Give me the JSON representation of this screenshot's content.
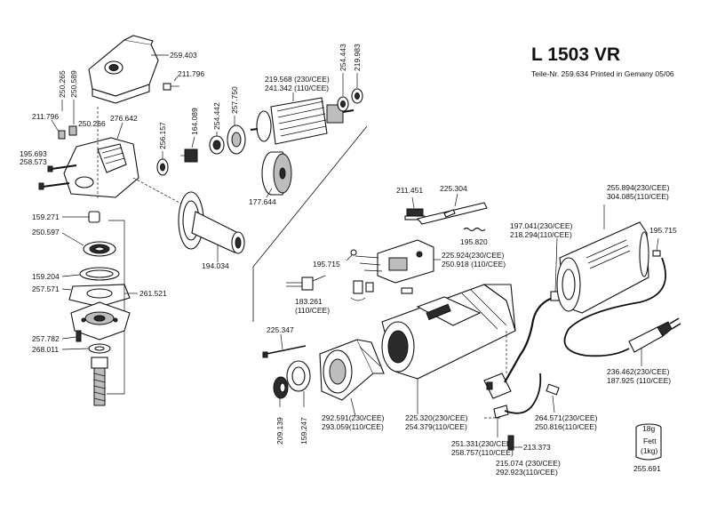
{
  "header": {
    "model": "L 1503 VR",
    "subtitle": "Teile-Nr. 259.634 Printed in Gemany 05/06"
  },
  "labels": {
    "p259403": "259.403",
    "p250265": "250.265",
    "p250589": "250.589",
    "p211796a": "211.796",
    "p211796b": "211.796",
    "p250266": "250.266",
    "p276642": "276.642",
    "p195693": "195.693",
    "p258573": "258.573",
    "p256157": "256.157",
    "p164089": "164.089",
    "p254442": "254.442",
    "p257750": "257.750",
    "p219568": "219.568 (230/CEE)",
    "p241342": "241.342 (110/CEE)",
    "p254443": "254.443",
    "p219983": "219.983",
    "p177644": "177.644",
    "p159271": "159.271",
    "p250597": "250.597",
    "p159204": "159.204",
    "p257571": "257.571",
    "p261521": "261.521",
    "p257782": "257.782",
    "p268011": "268.011",
    "p194034": "194.034",
    "p211451": "211.451",
    "p225304": "225.304",
    "p195820": "195.820",
    "p195715a": "195.715",
    "p225924": "225.924(230/CEE)",
    "p250918": "250.918 (110/CEE)",
    "p183261": "183.261",
    "p183261v": "(110/CEE)",
    "p255894": "255.894(230/CEE)",
    "p304085": "304.085(110/CEE)",
    "p197041": "197.041(230/CEE)",
    "p218294": "218.294(110/CEE)",
    "p195715b": "195.715",
    "p225347": "225.347",
    "p209139": "209.139",
    "p159247": "159.247",
    "p292591": "292.591(230/CEE)",
    "p293059": "293.059(110/CEE)",
    "p225320": "225.320(230/CEE)",
    "p254379": "254.379(110/CEE)",
    "p264571": "264.571(230/CEE)",
    "p250816": "250.816(110/CEE)",
    "p236462": "236.462(230/CEE)",
    "p187925": "187.925 (110/CEE)",
    "p251331": "251.331(230/CEE)",
    "p258757": "258.757(110/CEE)",
    "p213373": "213.373",
    "p215074": "215.074 (230/CEE)",
    "p292923": "292.923(110/CEE)",
    "grease_weight": "18g",
    "grease_name": "Fett",
    "grease_bulk": "(1kg)",
    "p255691": "255.691"
  }
}
